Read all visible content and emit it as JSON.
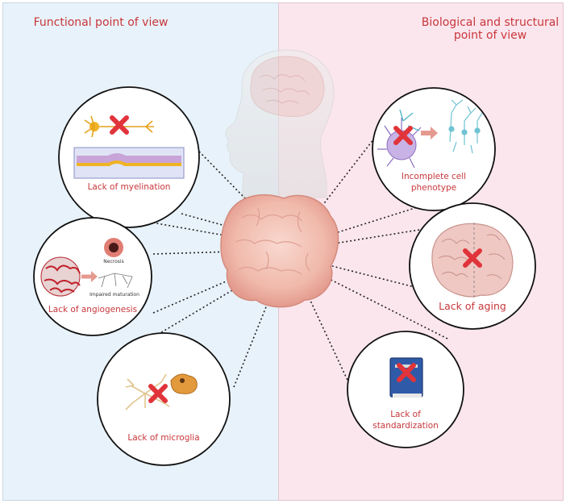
{
  "headings": {
    "left": "Functional point of view",
    "right": "Biological and structural point of view"
  },
  "items": {
    "myelination": "Lack of myelination",
    "angiogenesis": "Lack of angiogenesis",
    "necrosis": "Necrosis",
    "impaired_maturation": "Impaired maturation",
    "microglia": "Lack of microglia",
    "cell_phenotype_line1": "Incomplete cell",
    "cell_phenotype_line2": "phenotype",
    "aging": "Lack of aging",
    "standardization_line1": "Lack of",
    "standardization_line2": "standardization"
  },
  "colors": {
    "left_panel": "#e8f2fa",
    "right_panel": "#fbe6ee",
    "label_red": "#c8373b",
    "organoid": "#f3bfb3",
    "cross": "#e0343a"
  }
}
